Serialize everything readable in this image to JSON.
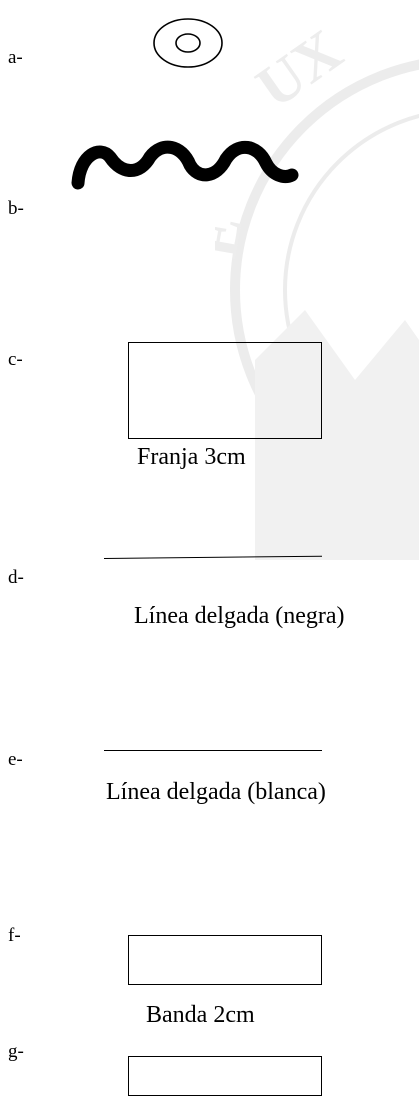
{
  "items": [
    {
      "letter": "a-",
      "shape": "concentric-circles"
    },
    {
      "letter": "b-",
      "shape": "thick-wavy-line"
    },
    {
      "letter": "c-",
      "shape": "rectangle",
      "caption": "Franja 3cm"
    },
    {
      "letter": "d-",
      "shape": "thin-line",
      "caption": "Línea delgada (negra)"
    },
    {
      "letter": "e-",
      "shape": "thin-line",
      "caption": "Línea delgada (blanca)"
    },
    {
      "letter": "f-",
      "shape": "rectangle",
      "caption": "Banda 2cm"
    },
    {
      "letter": "g-",
      "shape": "rectangle"
    }
  ],
  "colors": {
    "ink": "#000000",
    "watermark": "#e9e9e9"
  }
}
